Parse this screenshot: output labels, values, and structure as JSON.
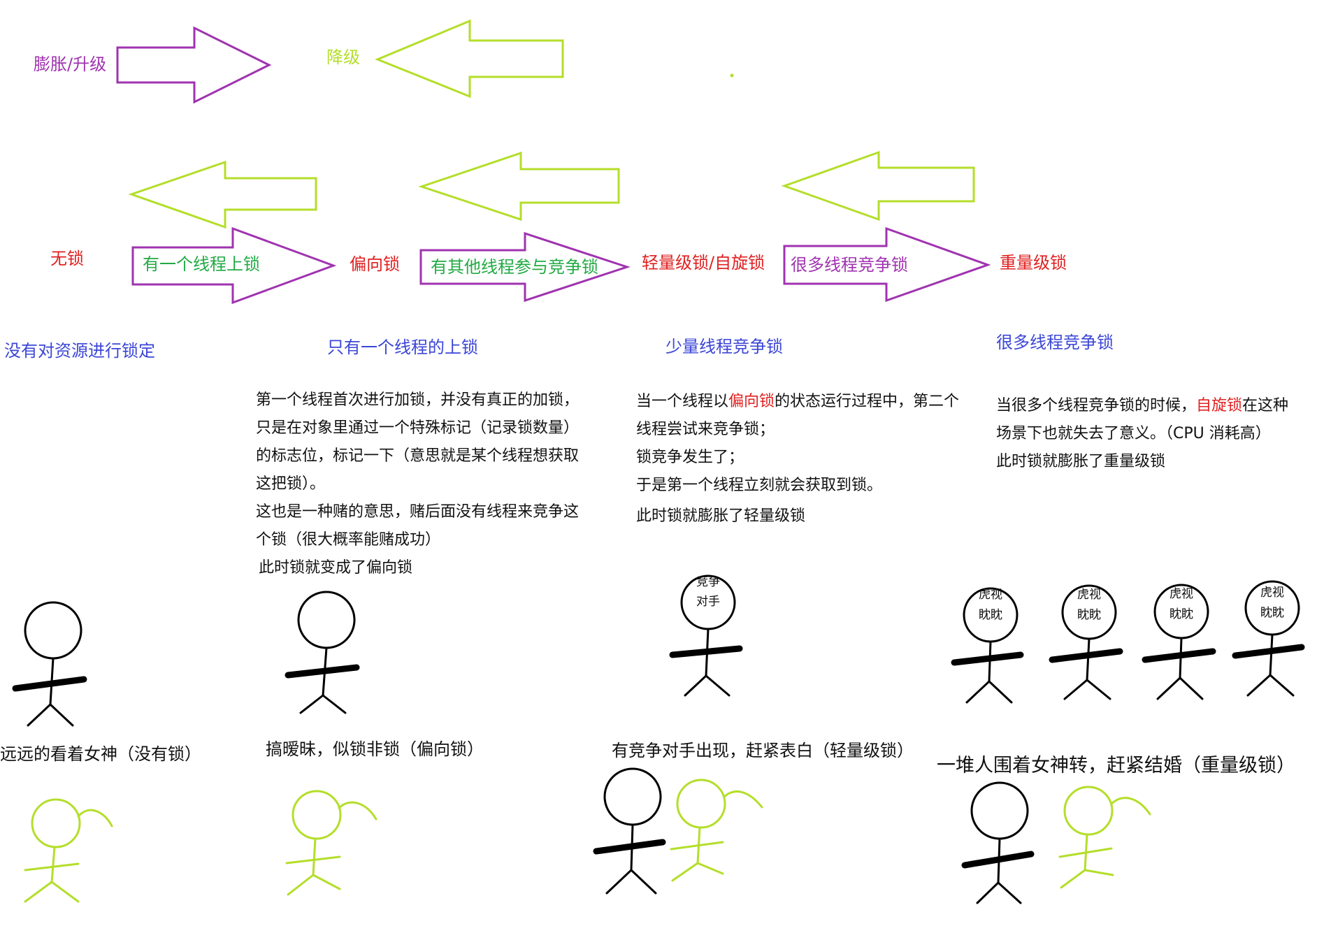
{
  "legend": {
    "inflate": "膨胀/升级",
    "downgrade": "降级"
  },
  "states": {
    "none": "无锁",
    "biased": "偏向锁",
    "light": "轻量级锁/自旋锁",
    "heavy": "重量级锁"
  },
  "transitions": {
    "to_biased": "有一个线程上锁",
    "to_light": "有其他线程参与竞争锁",
    "to_heavy": "很多线程竞争锁"
  },
  "subtitles": {
    "none": "没有对资源进行锁定",
    "biased": "只有一个线程的上锁",
    "light": "少量线程竞争锁",
    "heavy": "很多线程竞争锁"
  },
  "descriptions": {
    "biased": {
      "l1": "第一个线程首次进行加锁，并没有真正的加锁，",
      "l2": "只是在对象里通过一个特殊标记（记录锁数量）",
      "l3": "的标志位，标记一下（意思就是某个线程想获取",
      "l4": "这把锁）。",
      "l5": "这也是一种赌的意思，赌后面没有线程来竞争这",
      "l6": "个锁（很大概率能赌成功）",
      "l7": "此时锁就变成了偏向锁"
    },
    "light": {
      "l1_a": "当一个线程以",
      "l1_b": "偏向锁",
      "l1_c": "的状态运行过程中，第二个",
      "l2": "线程尝试来竞争锁；",
      "l3": "锁竞争发生了；",
      "l4": "于是第一个线程立刻就会获取到锁。",
      "l5": "此时锁就膨胀了轻量级锁"
    },
    "heavy": {
      "l1_a": "当很多个线程竞争锁的时候，",
      "l1_b": "自旋锁",
      "l1_c": "在这种",
      "l2": "场景下也就失去了意义。（CPU 消耗高）",
      "l3": "此时锁就膨胀了重量级锁"
    }
  },
  "bubbles": {
    "rival_1": "竞争",
    "rival_2": "对手",
    "watch_1": "虎视",
    "watch_2": "眈眈"
  },
  "captions": {
    "none": "远远的看着女神（没有锁）",
    "biased": "搞暧昧，似锁非锁（偏向锁）",
    "light": "有竞争对手出现，赶紧表白（轻量级锁）",
    "heavy": "一堆人围着女神转，赶紧结婚（重量级锁）"
  },
  "colors": {
    "inflate_arrow": "#a033b0",
    "downgrade_arrow": "#b4de2a",
    "state_text": "#e02020",
    "subtitle_text": "#3b46d6",
    "transition_text": "#22aa44"
  }
}
